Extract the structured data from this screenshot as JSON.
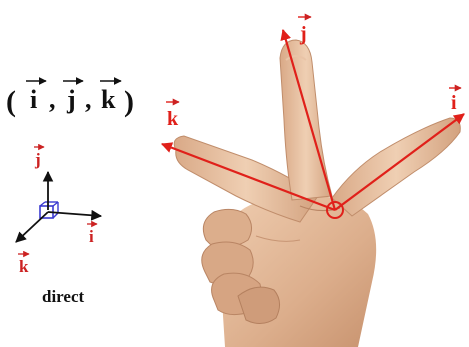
{
  "notation": {
    "open_paren": "(",
    "comma": ",",
    "close_paren": ")",
    "vectors": [
      "i",
      "j",
      "k"
    ]
  },
  "small_axes": {
    "labels": {
      "i": "i",
      "j": "j",
      "k": "k"
    },
    "caption": "direct"
  },
  "hand_axes": {
    "labels": {
      "i": "i",
      "j": "j",
      "k": "k"
    }
  },
  "colors": {
    "text_black": "#111111",
    "axis_red": "#e0201a",
    "origin_box_blue": "#3a3ad0",
    "skin_light": "#e8c4a4",
    "skin_mid": "#d6a886",
    "skin_shadow": "#b98564"
  },
  "icons": [
    "vector-arrow-icon",
    "coordinate-axes-icon",
    "right-hand-rule-illustration"
  ]
}
